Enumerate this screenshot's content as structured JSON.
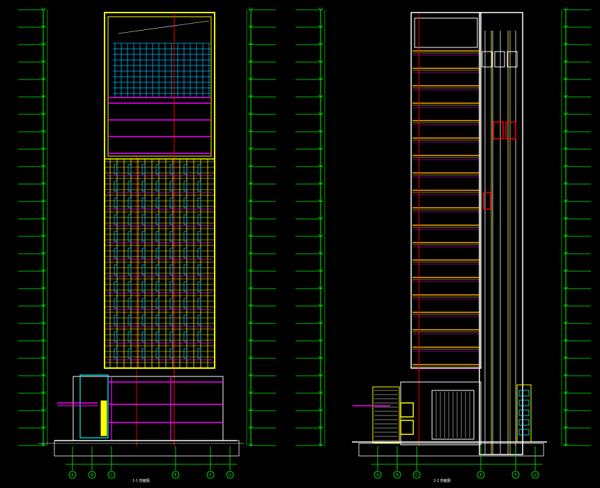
{
  "drawing": {
    "background": "#000000",
    "colors": {
      "dimension": "#00ff00",
      "outline": "#ffff00",
      "floor": "#ff00ff",
      "glass": "#00bfff",
      "axis": "#ff0000",
      "white": "#ffffff",
      "orange": "#ffa500",
      "cyan": "#00ffff"
    }
  },
  "sections": [
    {
      "id": "section-1-1",
      "title": "1-1 剖面图"
    },
    {
      "id": "section-2-2",
      "title": "2-2 剖面图"
    }
  ],
  "axis_labels_left": [
    "A",
    "B",
    "C",
    "E",
    "F",
    "G"
  ],
  "axis_labels_right": [
    "A",
    "B",
    "C",
    "E",
    "F",
    "G"
  ]
}
